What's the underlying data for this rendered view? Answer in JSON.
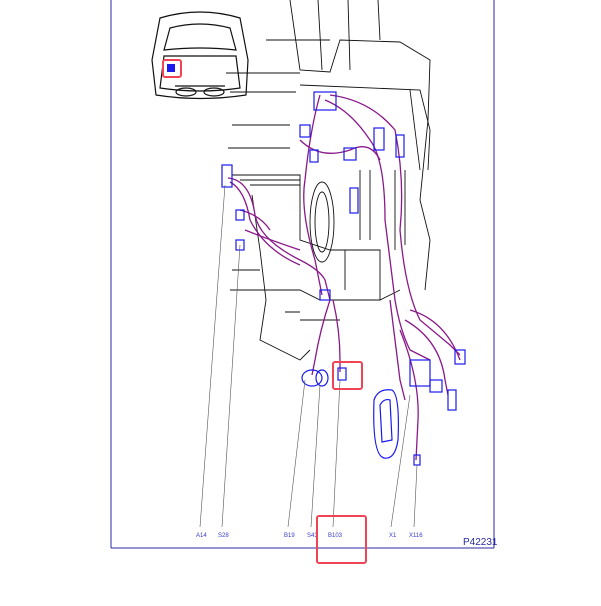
{
  "diagram": {
    "reference_code": "P42231",
    "component_labels": [
      "A14",
      "S28",
      "B19",
      "S43",
      "B103",
      "X1",
      "X116"
    ],
    "highlighted_component": "B103",
    "colors": {
      "frame": "#2a2aa0",
      "harness": "#8a1a8a",
      "connector": "#1a1aee",
      "highlight": "#ee4455",
      "outline": "#111111"
    }
  }
}
